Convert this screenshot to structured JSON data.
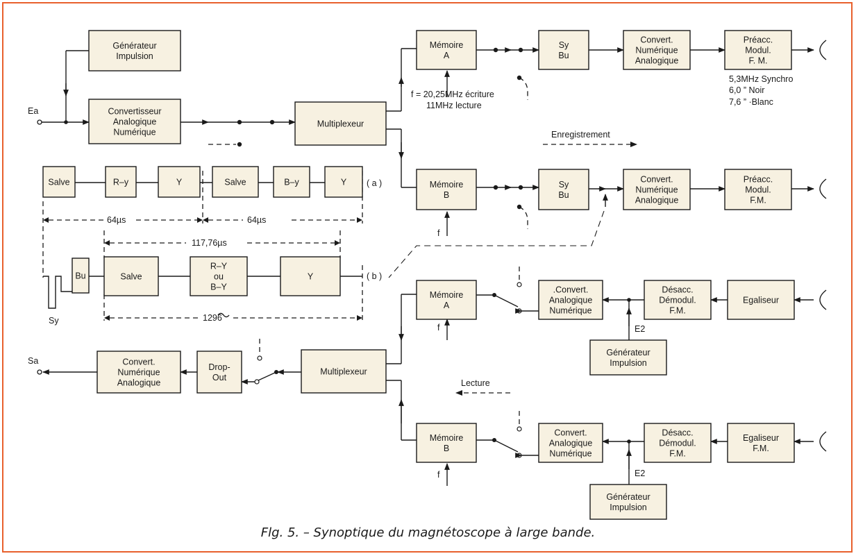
{
  "blocks": {
    "gen_top": [
      "Générateur",
      "Impulsion"
    ],
    "cad": [
      "Convertisseur",
      "Analogique",
      "Numérique"
    ],
    "mux_top": [
      "Multiplexeur"
    ],
    "mem_a_top": [
      "Mémoire",
      "A"
    ],
    "sybu_top": [
      "Sy",
      "Bu"
    ],
    "cna_top": [
      "Convert.",
      "Numérique",
      "Analogique"
    ],
    "preacc_top": [
      "Préacc.",
      "Modul.",
      "F. M."
    ],
    "mem_b_top": [
      "Mémoire",
      "B"
    ],
    "sybu_mid": [
      "Sy",
      "Bu"
    ],
    "cna_mid": [
      "Convert.",
      "Numérique",
      "Analogique"
    ],
    "preacc_mid": [
      "Préacc.",
      "Modul.",
      "F.M."
    ],
    "mem_a_play": [
      "Mémoire",
      "A"
    ],
    "can_play_a": [
      ".Convert.",
      "Analogique",
      "Numérique"
    ],
    "desacc_a": [
      "Désacc.",
      "Démodul.",
      "F.M."
    ],
    "egal_a": [
      "Egaliseur"
    ],
    "gen_play_a": [
      "Générateur",
      "Impulsion"
    ],
    "cna_out": [
      "Convert.",
      "Numérique",
      "Analogique"
    ],
    "dropout": [
      "Drop-",
      "Out"
    ],
    "mux_play": [
      "Multiplexeur"
    ],
    "mem_b_play": [
      "Mémoire",
      "B"
    ],
    "can_play_b": [
      "Convert.",
      "Analogique",
      "Numérique"
    ],
    "desacc_b": [
      "Désacc.",
      "Démodul.",
      "F.M."
    ],
    "egal_b": [
      "Egaliseur",
      "F.M."
    ],
    "gen_play_b": [
      "Générateur",
      "Impulsion"
    ],
    "tl_salve1": [
      "Salve"
    ],
    "tl_ry": [
      "R–y"
    ],
    "tl_y1": [
      "Y"
    ],
    "tl_salve2": [
      "Salve"
    ],
    "tl_by": [
      "B–y"
    ],
    "tl_y2": [
      "Y"
    ],
    "tl_bu": [
      "Bu"
    ],
    "tl_salve3": [
      "Salve"
    ],
    "tl_ryby": [
      "R–Y",
      "ou",
      "B–Y"
    ],
    "tl_y3": [
      "Y"
    ]
  },
  "labels": {
    "ea": "Ea",
    "sa": "Sa",
    "freq1": "f = 20,25MHz  écriture",
    "freq2": "11MHz  lecture",
    "f_b_top": "f",
    "f_a_play": "f",
    "f_b_play": "f",
    "e2_a": "E2",
    "e2_b": "E2",
    "sync1": "5,3MHz  Synchro",
    "sync2": "6,0   ”     Noir",
    "sync3": "7,6   ”    ·Blanc",
    "enregistrement": "Enregistrement",
    "lecture": "Lecture",
    "row_a": "( a )",
    "row_b": "( b )",
    "t64a": "64µs",
    "t64b": "64µs",
    "t117": "117,76µs",
    "t1296": "1296",
    "sy": "Sy"
  },
  "caption": "Flg. 5. – Synoptique du magnétoscope à large bande.",
  "colors": {
    "block_fill": "#f7f1e1",
    "frame": "#e8602c",
    "ink": "#1a1a1a"
  }
}
